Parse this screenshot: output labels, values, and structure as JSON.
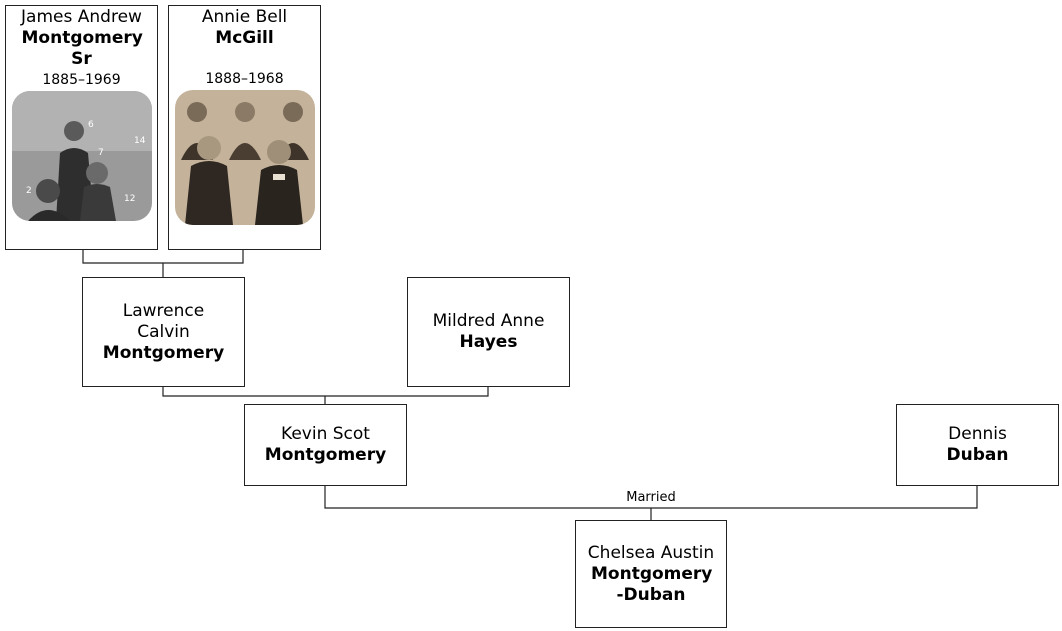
{
  "people": {
    "james": {
      "given": "James Andrew",
      "surname": "Montgomery Sr",
      "years": "1885–1969",
      "photo": "family-photo-boys"
    },
    "annie": {
      "given": "Annie Bell",
      "surname": "McGill",
      "years": "1888–1968",
      "photo": "family-photo-group"
    },
    "lawrence": {
      "given": "Lawrence Calvin",
      "surname": "Montgomery"
    },
    "mildred": {
      "given": "Mildred Anne",
      "surname": "Hayes"
    },
    "kevin": {
      "given": "Kevin Scot",
      "surname": "Montgomery"
    },
    "dennis": {
      "given": "Dennis",
      "surname": "Duban"
    },
    "chelsea": {
      "given": "Chelsea Austin",
      "surname": "Montgomery -Duban"
    }
  },
  "relations": {
    "married_label": "Married"
  },
  "photo_numbers": [
    "6",
    "7",
    "14",
    "2",
    "12"
  ],
  "colors": {
    "border": "#222222",
    "line": "#222222",
    "sepia": "#b9a78e",
    "bw": "#8c8c8c"
  }
}
